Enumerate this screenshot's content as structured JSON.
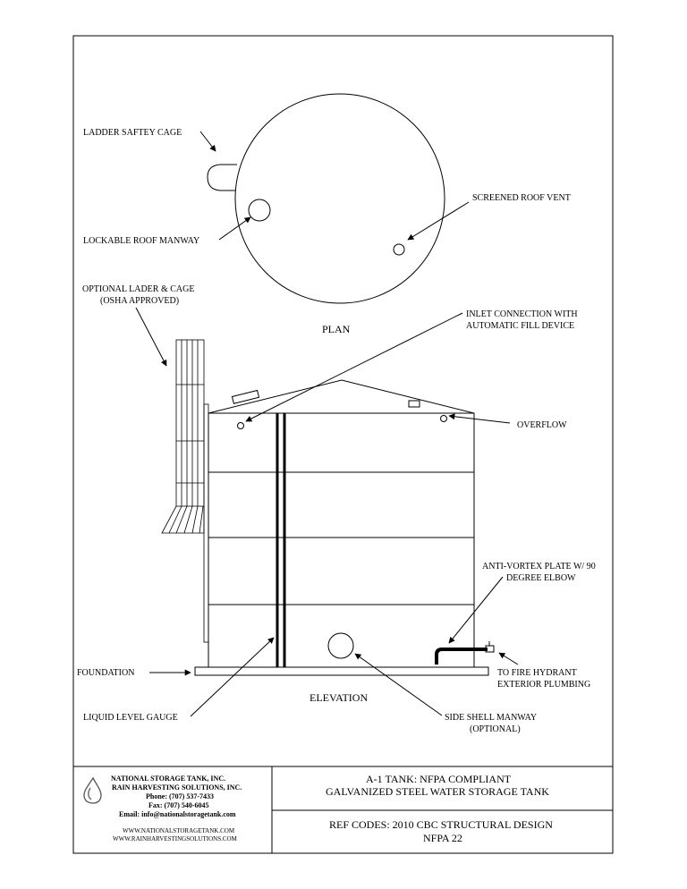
{
  "labels": {
    "ladder_cage": "LADDER SAFTEY CAGE",
    "roof_manway": "LOCKABLE ROOF MANWAY",
    "roof_vent": "SCREENED ROOF VENT",
    "plan": "PLAN",
    "optional_ladder_1": "OPTIONAL LADER & CAGE",
    "optional_ladder_2": "(OSHA APPROVED)",
    "inlet_1": "INLET CONNECTION WITH",
    "inlet_2": "AUTOMATIC FILL DEVICE",
    "overflow": "OVERFLOW",
    "anti_vortex_1": "ANTI-VORTEX PLATE W/ 90",
    "anti_vortex_2": "DEGREE ELBOW",
    "foundation": "FOUNDATION",
    "fire_hydrant_1": "TO FIRE HYDRANT",
    "fire_hydrant_2": "EXTERIOR PLUMBING",
    "elevation": "ELEVATION",
    "liquid_gauge": "LIQUID LEVEL GAUGE",
    "side_manway_1": "SIDE SHELL MANWAY",
    "side_manway_2": "(OPTIONAL)"
  },
  "title_block": {
    "company_1": "NATIONAL STORAGE TANK, INC.",
    "company_2": "RAIN HARVESTING SOLUTIONS, INC.",
    "phone": "Phone: (707) 537-7433",
    "fax": "Fax: (707) 540-6045",
    "email": "Email: info@nationalstoragetank.com",
    "web_1": "WWW.NATIONALSTORAGETANK.COM",
    "web_2": "WWW.RAINHARVESTINGSOLUTIONS.COM",
    "title_1": "A-1 TANK: NFPA COMPLIANT",
    "title_2": "GALVANIZED STEEL WATER STORAGE TANK",
    "ref_1": "REF CODES: 2010 CBC STRUCTURAL DESIGN",
    "ref_2": "NFPA 22"
  }
}
